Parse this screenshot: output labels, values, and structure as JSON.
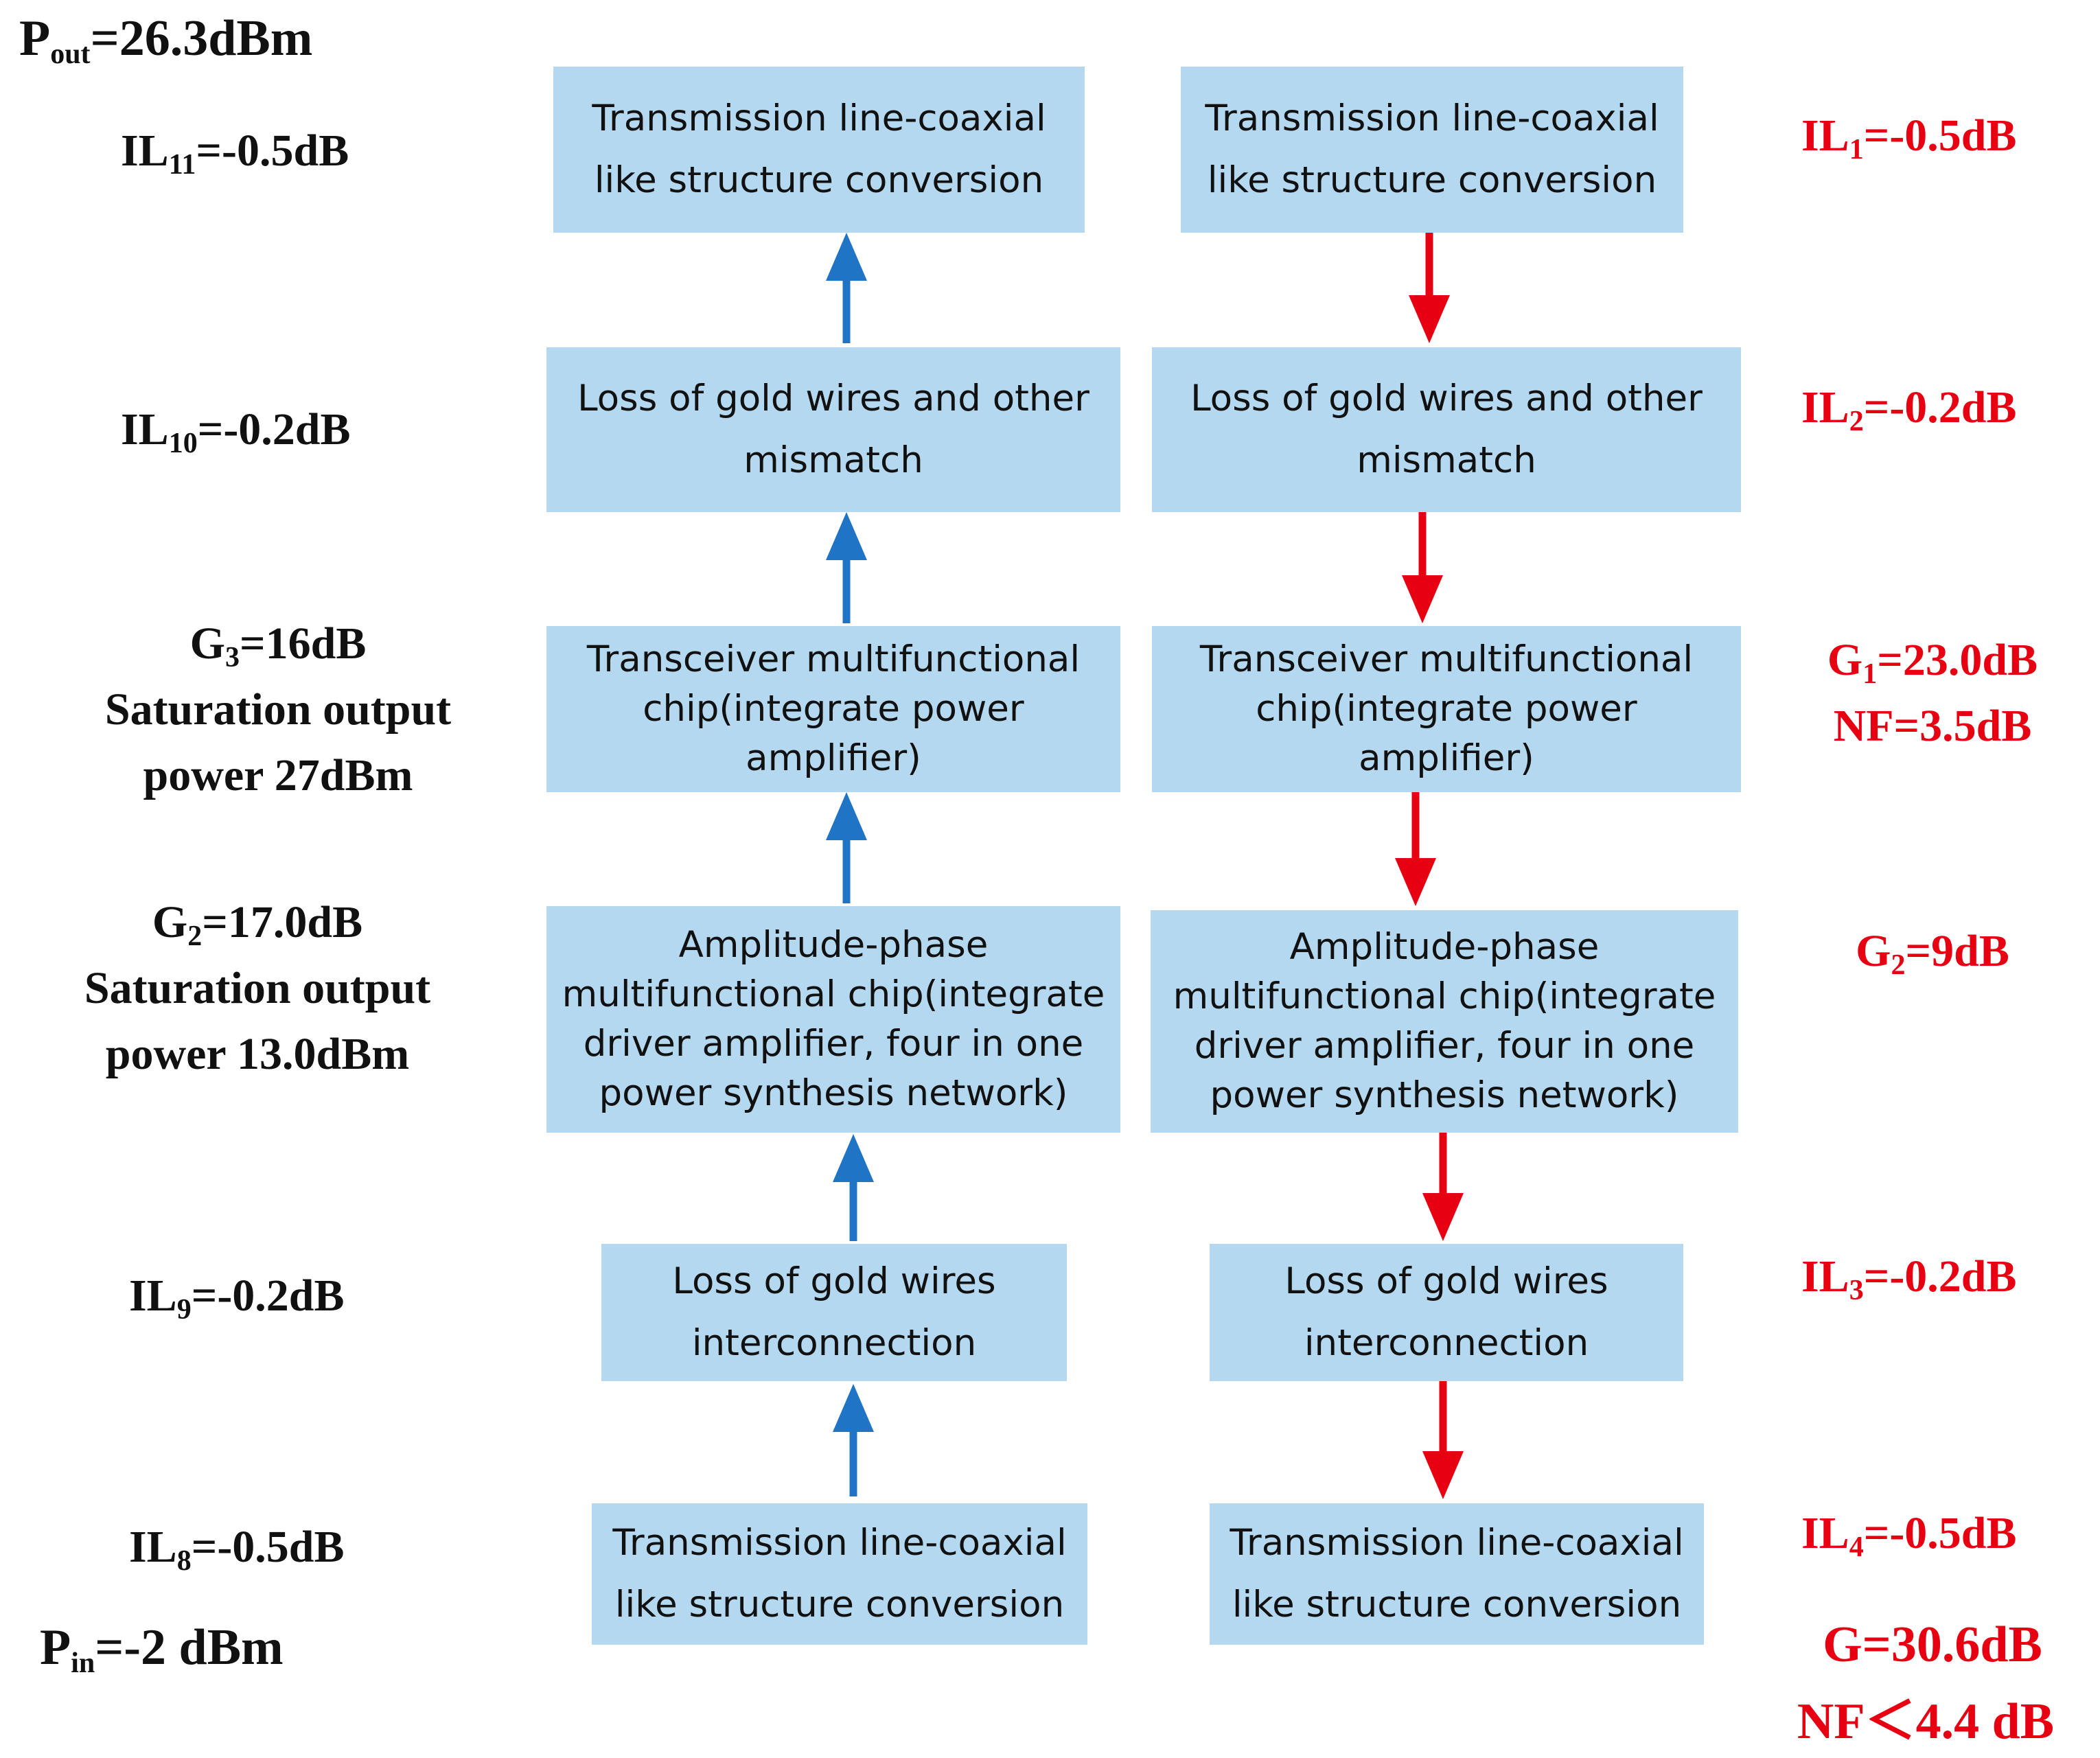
{
  "colors": {
    "box_fill": "#b4d8ef",
    "tx_arrow": "#1f74c6",
    "rx_arrow": "#e60012",
    "tx_text": "#111111",
    "rx_text": "#e60012"
  },
  "tx_chain": {
    "boxes": [
      {
        "lines": [
          "Transmission line-coaxial",
          "like structure conversion"
        ]
      },
      {
        "lines": [
          "Loss of gold wires and other",
          "mismatch"
        ]
      },
      {
        "lines": [
          "Transceiver multifunctional",
          "chip(integrate power",
          "amplifier)"
        ]
      },
      {
        "lines": [
          "Amplitude-phase",
          "multifunctional chip(integrate",
          "driver amplifier, four in one",
          "power synthesis network)"
        ]
      },
      {
        "lines": [
          "Loss of gold wires",
          "interconnection"
        ]
      },
      {
        "lines": [
          "Transmission line-coaxial",
          "like structure conversion"
        ]
      }
    ]
  },
  "rx_chain": {
    "boxes": [
      {
        "lines": [
          "Transmission line-coaxial",
          "like structure conversion"
        ]
      },
      {
        "lines": [
          "Loss of gold wires and other",
          "mismatch"
        ]
      },
      {
        "lines": [
          "Transceiver multifunctional",
          "chip(integrate power",
          "amplifier)"
        ]
      },
      {
        "lines": [
          "Amplitude-phase",
          "multifunctional chip(integrate",
          "driver amplifier, four in one",
          "power synthesis network)"
        ]
      },
      {
        "lines": [
          "Loss of gold wires",
          "interconnection"
        ]
      },
      {
        "lines": [
          "Transmission line-coaxial",
          "like structure conversion"
        ]
      }
    ]
  },
  "tx_labels": {
    "pout": {
      "base": "P",
      "sub": "out",
      "rest": "=26.3dBm"
    },
    "il11": {
      "base": "IL",
      "sub": "11",
      "rest": "=-0.5dB"
    },
    "il10": {
      "base": "IL",
      "sub": "10",
      "rest": "=-0.2dB"
    },
    "g3": {
      "base": "G",
      "sub": "3",
      "rest": "=16dB",
      "line2": "Saturation output",
      "line3": "power 27dBm"
    },
    "g2": {
      "base": "G",
      "sub": "2",
      "rest": "=17.0dB",
      "line2": "Saturation output",
      "line3": "power 13.0dBm"
    },
    "il9": {
      "base": "IL",
      "sub": "9",
      "rest": "=-0.2dB"
    },
    "il8": {
      "base": "IL",
      "sub": "8",
      "rest": "=-0.5dB"
    },
    "pin": {
      "base": "P",
      "sub": "in",
      "rest": "=-2 dBm"
    }
  },
  "rx_labels": {
    "il1": {
      "base": "IL",
      "sub": "1",
      "rest": "=-0.5dB"
    },
    "il2": {
      "base": "IL",
      "sub": "2",
      "rest": "=-0.2dB"
    },
    "g1": {
      "base": "G",
      "sub": "1",
      "rest": "=23.0dB",
      "line2": "NF=3.5dB"
    },
    "g2": {
      "base": "G",
      "sub": "2",
      "rest": "=9dB"
    },
    "il3": {
      "base": "IL",
      "sub": "3",
      "rest": "=-0.2dB"
    },
    "il4": {
      "base": "IL",
      "sub": "4",
      "rest": "=-0.5dB"
    },
    "total_gain": "G=30.6dB",
    "total_nf": "NF＜4.4 dB"
  }
}
